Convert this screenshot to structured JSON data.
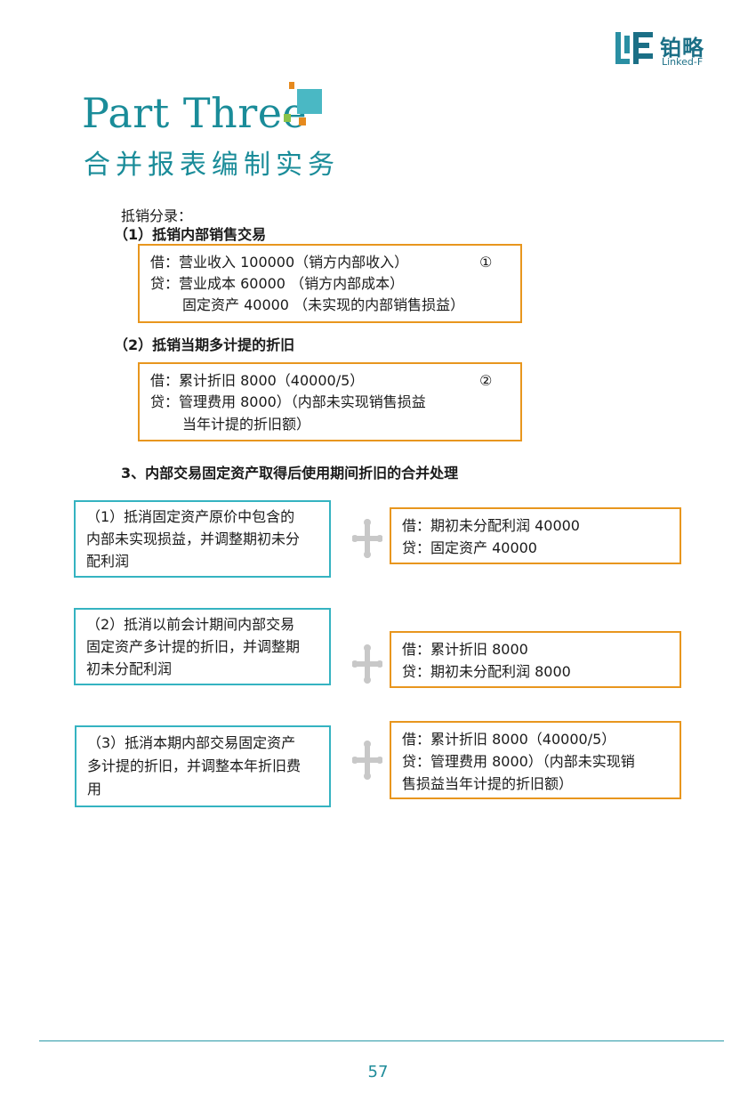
{
  "logo": {
    "cn": "铂略",
    "en": "Linked-F"
  },
  "header": {
    "title": "Part Three",
    "subtitle": "合并报表编制实务"
  },
  "colors": {
    "teal": "#1a8c99",
    "orange": "#e8961e",
    "box_teal": "#35b3c1"
  },
  "section1": {
    "intro": "抵销分录：",
    "item1_title": "（1）抵销内部销售交易",
    "entry1": {
      "line1": "借：营业收入  100000（销方内部收入）",
      "marker": "①",
      "line2": "贷：营业成本   60000 （销方内部成本）",
      "line3": "固定资产   40000 （未实现的内部销售损益）"
    },
    "item2_title": "（2）抵销当期多计提的折旧",
    "entry2": {
      "line1": "借：累计折旧   8000（40000/5）",
      "marker": "②",
      "line2": "贷：管理费用   8000）（内部未实现销售损益",
      "line3": "当年计提的折旧额）"
    }
  },
  "section3": {
    "heading": "3、内部交易固定资产取得后使用期间折旧的合并处理",
    "rows": [
      {
        "left": [
          "（1）抵消固定资产原价中包含的",
          "内部未实现损益，并调整期初未分",
          "配利润"
        ],
        "right": [
          "借：期初未分配利润   40000",
          "贷：固定资产              40000"
        ]
      },
      {
        "left": [
          "（2）抵消以前会计期间内部交易",
          "固定资产多计提的折旧，并调整期",
          "初未分配利润"
        ],
        "right": [
          "借：累计折旧               8000",
          "贷：期初未分配利润    8000"
        ]
      },
      {
        "left": [
          "（3）抵消本期内部交易固定资产",
          "多计提的折旧，并调整本年折旧费",
          "用"
        ],
        "right": [
          "借：累计折旧   8000（40000/5）",
          "贷：管理费用   8000）（内部未实现销",
          "售损益当年计提的折旧额）"
        ]
      }
    ]
  },
  "footer": {
    "page_number": "57"
  }
}
